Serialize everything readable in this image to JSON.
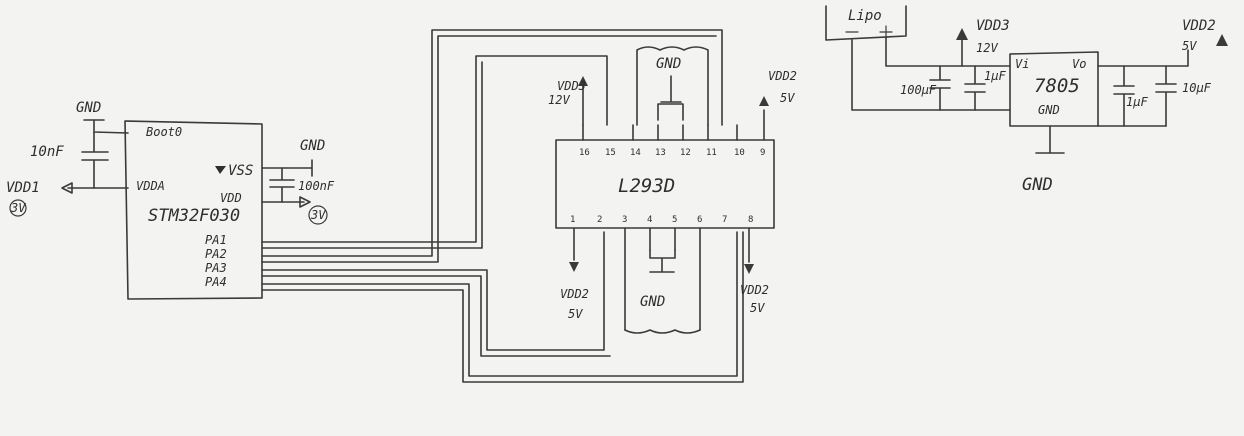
{
  "mcu": {
    "part": "STM32F030",
    "pin_boot": "Boot0",
    "pin_vdda": "VDDA",
    "pin_vss": "VSS",
    "pin_vdd": "VDD",
    "pins_pa": [
      "PA1",
      "PA2",
      "PA3",
      "PA4"
    ]
  },
  "left_parts": {
    "cap_10nf": "10nF",
    "cap_100nf": "100nF",
    "gnd_top": "GND",
    "gnd_right": "GND",
    "vdd1_label": "VDD1",
    "vdd1_volt": "3V",
    "vdd_out_volt": "3V"
  },
  "driver": {
    "part": "L293D",
    "top_pins": [
      "16",
      "15",
      "14",
      "13",
      "12",
      "11",
      "10",
      "9"
    ],
    "bottom_pins": [
      "1",
      "2",
      "3",
      "4",
      "5",
      "6",
      "7",
      "8"
    ],
    "gnd_top": "GND",
    "gnd_bottom": "GND",
    "vdd3_label": "VDD3",
    "vdd3_volt": "12V",
    "vdd2_top_label": "VDD2",
    "vdd2_top_volt": "5V",
    "vdd2_bl_label": "VDD2",
    "vdd2_bl_volt": "5V",
    "vdd2_br_label": "VDD2",
    "vdd2_br_volt": "5V"
  },
  "regulator": {
    "battery": "Lipo",
    "part": "7805",
    "pin_in": "Vi",
    "pin_out": "Vo",
    "pin_gnd": "GND",
    "vdd3_label": "VDD3",
    "vdd3_volt": "12V",
    "vdd2_label": "VDD2",
    "vdd2_volt": "5V",
    "cap_100uf": "100μF",
    "cap_1uf_in": "1μF",
    "cap_1uf_out": "1μF",
    "cap_10uf": "10μF",
    "gnd_label": "GND"
  }
}
